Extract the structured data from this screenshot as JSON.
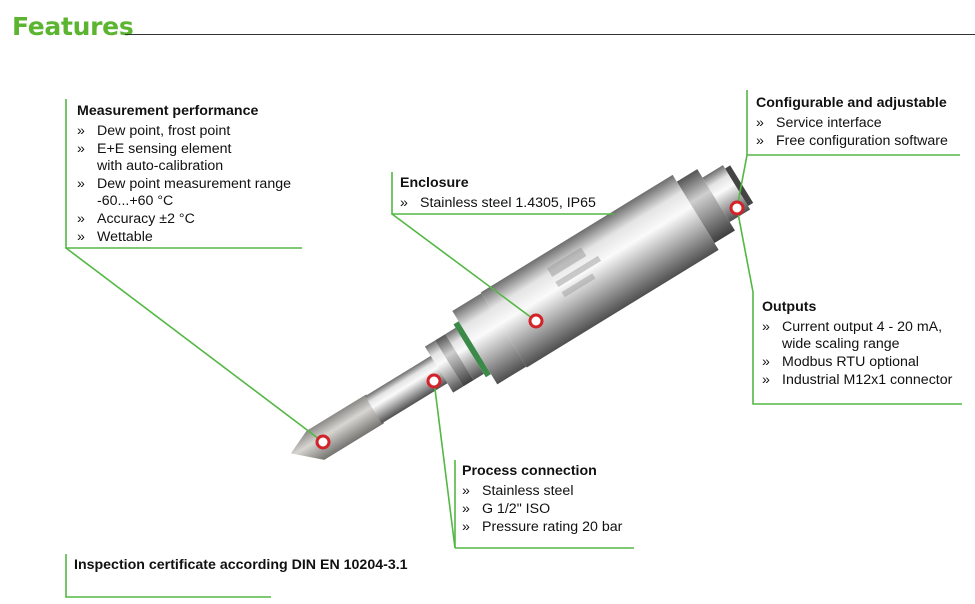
{
  "title": "Features",
  "colors": {
    "accent": "#5cb531",
    "line": "#53b843",
    "marker": "#d2232a"
  },
  "bullet": "»",
  "callouts": {
    "measurement": {
      "heading": "Measurement performance",
      "items": [
        {
          "lines": [
            "Dew point, frost point"
          ]
        },
        {
          "lines": [
            "E+E sensing element",
            "with auto-calibration"
          ]
        },
        {
          "lines": [
            "Dew point measurement range",
            "-60...+60 °C"
          ]
        },
        {
          "lines": [
            "Accuracy ±2 °C"
          ]
        },
        {
          "lines": [
            "Wettable"
          ]
        }
      ]
    },
    "enclosure": {
      "heading": "Enclosure",
      "items": [
        {
          "lines": [
            "Stainless steel 1.4305,  IP65"
          ]
        }
      ]
    },
    "configurable": {
      "heading": "Configurable and adjustable",
      "items": [
        {
          "lines": [
            "Service interface"
          ]
        },
        {
          "lines": [
            "Free configuration software"
          ]
        }
      ]
    },
    "outputs": {
      "heading": "Outputs",
      "items": [
        {
          "lines": [
            "Current output 4 - 20 mA,",
            "wide scaling range"
          ]
        },
        {
          "lines": [
            "Modbus RTU optional"
          ]
        },
        {
          "lines": [
            "Industrial M12x1 connector"
          ]
        }
      ]
    },
    "process": {
      "heading": "Process connection",
      "items": [
        {
          "lines": [
            "Stainless steel"
          ]
        },
        {
          "lines": [
            "G 1/2\" ISO"
          ]
        },
        {
          "lines": [
            "Pressure rating 20 bar"
          ]
        }
      ]
    },
    "inspection": {
      "heading_lines": [
        "Inspection certificate",
        "according DIN EN 10204-3.1"
      ]
    }
  }
}
